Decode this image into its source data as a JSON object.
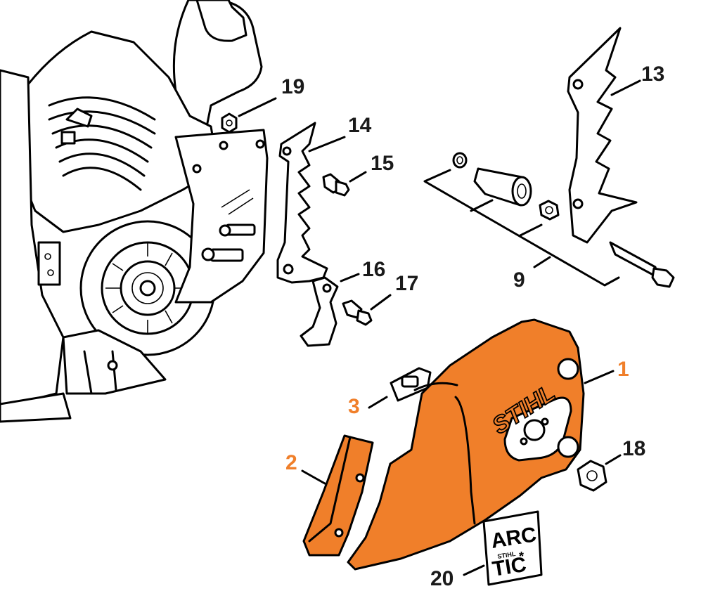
{
  "colors": {
    "accent": "#f07f2a",
    "label_default": "#1a1a1a",
    "line": "#000000"
  },
  "labels": [
    {
      "id": "1",
      "text": "1",
      "highlight": true
    },
    {
      "id": "2",
      "text": "2",
      "highlight": true
    },
    {
      "id": "3",
      "text": "3",
      "highlight": true
    },
    {
      "id": "9",
      "text": "9",
      "highlight": false
    },
    {
      "id": "13",
      "text": "13",
      "highlight": false
    },
    {
      "id": "14",
      "text": "14",
      "highlight": false
    },
    {
      "id": "15",
      "text": "15",
      "highlight": false
    },
    {
      "id": "16",
      "text": "16",
      "highlight": false
    },
    {
      "id": "17",
      "text": "17",
      "highlight": false
    },
    {
      "id": "18",
      "text": "18",
      "highlight": false
    },
    {
      "id": "19",
      "text": "19",
      "highlight": false
    },
    {
      "id": "20",
      "text": "20",
      "highlight": false
    }
  ],
  "cover_logo": "STIHL",
  "decal": {
    "line1": "ARC",
    "line2": "TIC",
    "small": "STIHL"
  }
}
